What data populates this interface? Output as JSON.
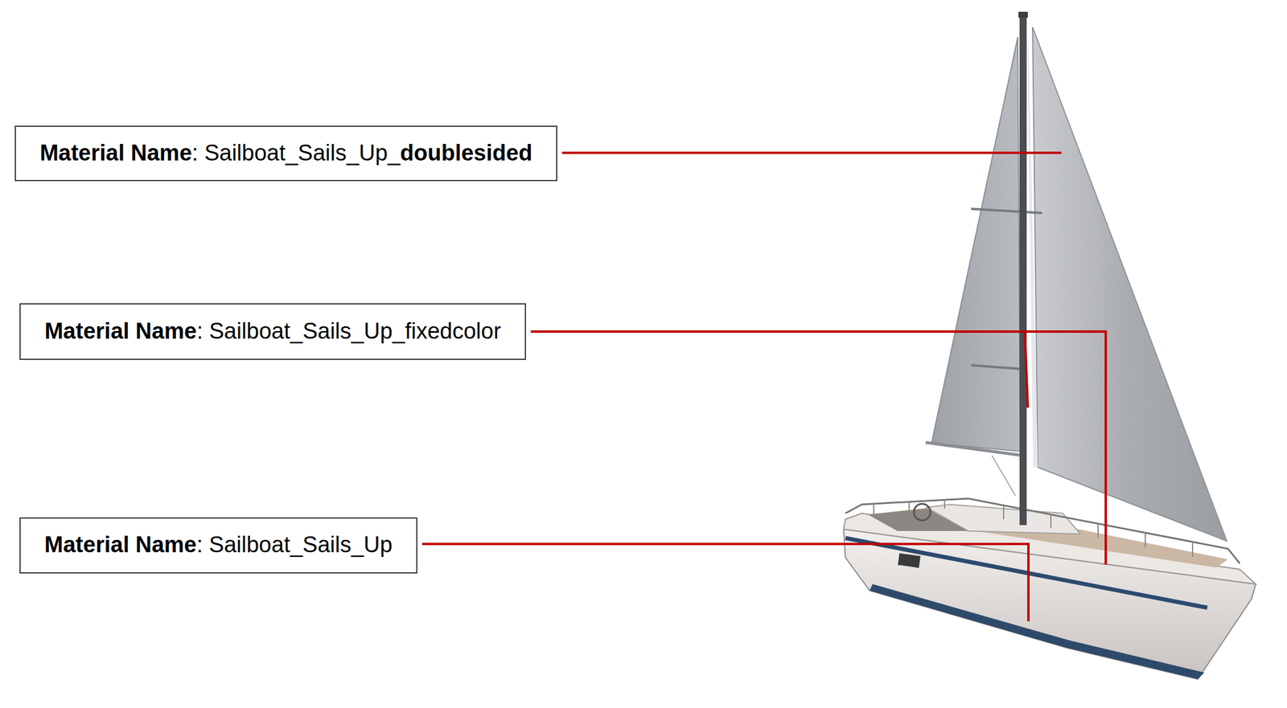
{
  "diagram": {
    "nodes": [
      {
        "text": [
          "Material Name",
          ": Sailboat_Sails_Up_",
          "doublesided"
        ]
      },
      {
        "text": [
          "Material Name",
          ": Sailboat_Sails_Up_fixedcolor"
        ]
      },
      {
        "text": [
          "Material Name",
          ": Sailboat_Sails_Up"
        ]
      }
    ]
  }
}
